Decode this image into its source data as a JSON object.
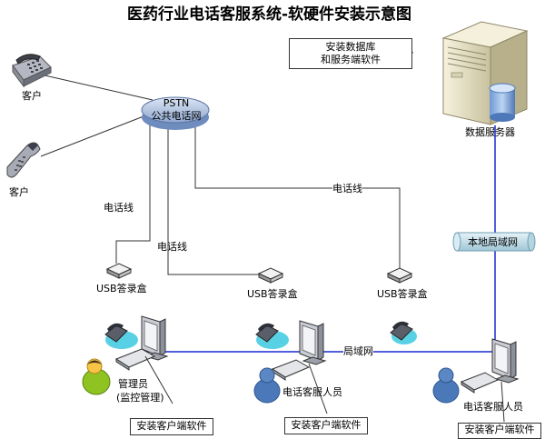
{
  "title": "医药行业电话客服系统-软硬件安装示意图",
  "pstn": {
    "line1": "PSTN",
    "line2": "公共电话网"
  },
  "server_note": {
    "line1": "安装数据库",
    "line2": "和服务端软件"
  },
  "server_label": "数据服务器",
  "customer_label_1": "客户",
  "customer_label_2": "客户",
  "phone_line_label_1": "电话线",
  "phone_line_label_2": "电话线",
  "phone_line_label_3": "电话线",
  "lan_label": "本地局域网",
  "lan_line_label": "局域网",
  "usb_box_1": "USB答录盒",
  "usb_box_2": "USB答录盒",
  "usb_box_3": "USB答录盒",
  "admin_label": {
    "line1": "管理员",
    "line2": "(监控管理)"
  },
  "agent_label_1": "电话客服人员",
  "agent_label_2": "电话客服人员",
  "client_software_1": "安装客户端软件",
  "client_software_2": "安装客户端软件",
  "client_software_3": "安装客户端软件",
  "colors": {
    "lan_line": "#1a2bd0",
    "pipe": "#b9dbe7",
    "person": "#4a78b8",
    "hub": "#3cc9df",
    "server": "#e9e4c8"
  }
}
